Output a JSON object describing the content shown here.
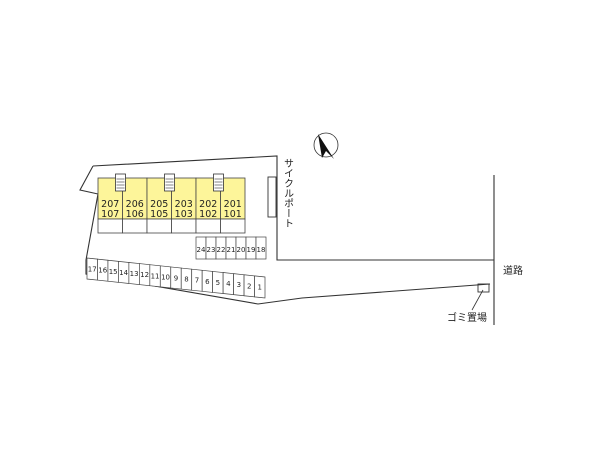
{
  "compass": {
    "icon": "north-arrow-icon"
  },
  "building": {
    "fill_color": "#fdf59a",
    "units": [
      {
        "upper": "207",
        "lower": "107"
      },
      {
        "upper": "206",
        "lower": "106"
      },
      {
        "upper": "205",
        "lower": "105"
      },
      {
        "upper": "203",
        "lower": "103"
      },
      {
        "upper": "202",
        "lower": "102"
      },
      {
        "upper": "201",
        "lower": "101"
      }
    ],
    "stair_icon": "stair-icon"
  },
  "labels": {
    "cycle_port": "サイクルポート",
    "road": "道路",
    "garbage": "ゴミ置場"
  },
  "parking": {
    "upper_row": [
      "24",
      "23",
      "22",
      "21",
      "20",
      "19",
      "18"
    ],
    "lower_row": [
      "17",
      "16",
      "15",
      "14",
      "13",
      "12",
      "11",
      "10",
      "9",
      "8",
      "7",
      "6",
      "5",
      "4",
      "3",
      "2",
      "1"
    ]
  }
}
